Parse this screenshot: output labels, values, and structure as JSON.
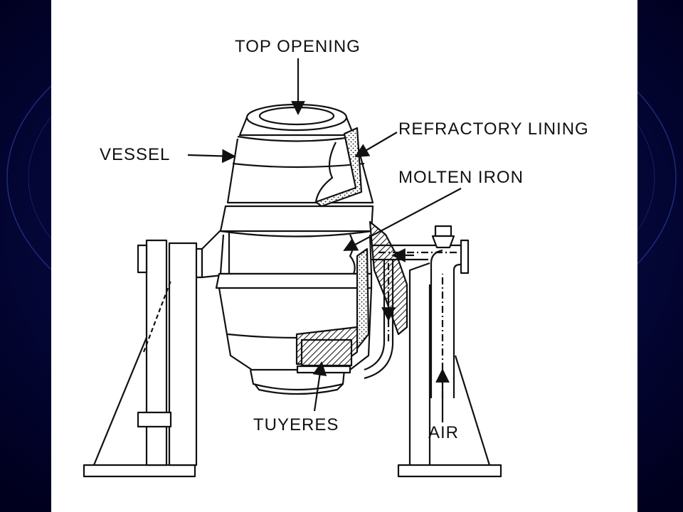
{
  "diagram": {
    "labels": {
      "top_opening": "TOP OPENING",
      "vessel": "VESSEL",
      "refractory_lining": "REFRACTORY LINING",
      "molten_iron": "MOLTEN IRON",
      "tuyeres": "TUYERES",
      "air": "AIR"
    }
  },
  "colors": {
    "background": "#00002a",
    "panel": "#ffffff",
    "ink": "#111111"
  }
}
